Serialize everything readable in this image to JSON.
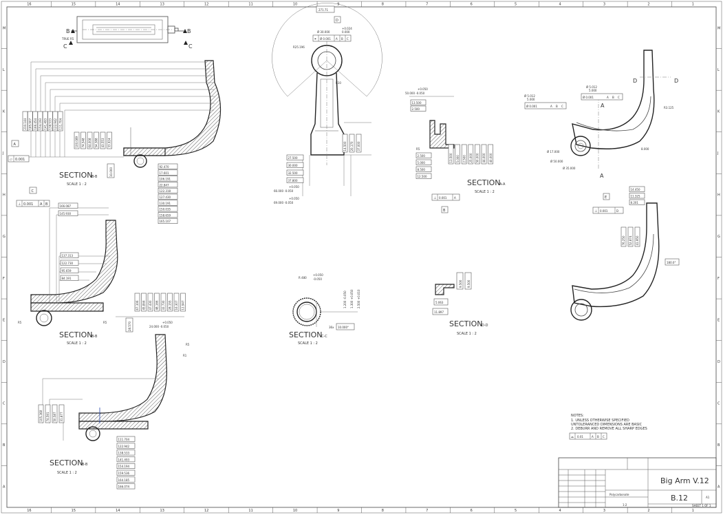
{
  "border": {
    "columns": [
      "16",
      "15",
      "14",
      "13",
      "12",
      "11",
      "10",
      "9",
      "8",
      "7",
      "6",
      "5",
      "4",
      "3",
      "2",
      "1"
    ],
    "rows": [
      "M",
      "L",
      "K",
      "J",
      "H",
      "G",
      "F",
      "E",
      "D",
      "C",
      "B",
      "A"
    ]
  },
  "views": {
    "top_detail": {
      "b_left": "B",
      "b_right": "B",
      "c_left": "C",
      "c_right": "C",
      "note": "TRUE R5"
    },
    "section_bb_1": {
      "title": "SECTION",
      "sub": "B-B",
      "scale": "SCALE 1 : 2",
      "datum_a": "A",
      "flatness": "0.001",
      "vdims": [
        "210.144",
        "185.907",
        "166.454",
        "154.193",
        "141.493",
        "138.533",
        "122.942",
        "111.704"
      ],
      "vdims2": [
        "100.089",
        "74.548",
        "64.008",
        "54.388",
        "43.553",
        "33.924"
      ],
      "small": "10.000",
      "hdims": [
        "92.470",
        "17.601",
        "106.191",
        "22.847",
        "122.318",
        "127.430",
        "130.191",
        "150.035",
        "158.659",
        "165.107"
      ]
    },
    "section_bb_2": {
      "title": "SECTION",
      "sub": "B-B",
      "scale": "SCALE 1 : 2",
      "datum_c": "C",
      "perp_tol": "0.001",
      "perp_a": "A",
      "perp_b": "B",
      "top_dims": [
        "166.087",
        "145.930"
      ],
      "mid_dims": [
        "137.313",
        "122.730",
        "95.659",
        "84.191"
      ],
      "vdims": [
        "67.106",
        "45.844",
        "47.430",
        "48.166",
        "32.730",
        "28.155",
        "16.307",
        "12.947"
      ],
      "r_left": "R5",
      "r_right": "R5",
      "bottom": "28.570",
      "tol_top": "+0.050",
      "tol_bot": "24.000 -0.050"
    },
    "section_bb_3": {
      "title": "SECTION",
      "sub": "B-B",
      "scale": "SCALE 1 : 2",
      "r1": "R5",
      "r2": "R1",
      "vdims": [
        "105.368",
        "74.591",
        "50.587",
        "31.877"
      ],
      "hdims": [
        "111.704",
        "122.942",
        "138.533",
        "141.493",
        "154.194",
        "159.536",
        "164.185",
        "166.074"
      ]
    },
    "main_front": {
      "top_box": "271.71",
      "datum_d": "D",
      "r_left": "R25.196",
      "r_hole": "R10",
      "dia": "Ø 30.000",
      "tol_top": "+0.024",
      "tol_bot": "0.000",
      "fcf_sym": "⌖",
      "fcf_tol": "Ø 0.001",
      "fcf_a": "A",
      "fcf_b": "B",
      "fcf_c": "C",
      "right_dims": [
        "14.500",
        "20.170",
        "37.000"
      ],
      "left_dims": [
        "27.500",
        "30.000",
        "32.500",
        "37.800"
      ],
      "tol1_top": "+0.050",
      "tol1_bot": "66.000 -0.050",
      "tol2_top": "+0.050",
      "tol2_bot": "69.000 -0.050"
    },
    "section_aa": {
      "title": "SECTION",
      "sub": "A-A",
      "scale": "SCALE 1 : 2",
      "top_tol": "+0.050",
      "top_val": "50.000 -0.050",
      "stack": [
        "13.500",
        "2.500"
      ],
      "r": "R5",
      "left_dims": [
        "2.500",
        "5.000",
        "8.500",
        "12.500"
      ],
      "right_dims": [
        "13.500",
        "5.000",
        "2.500",
        "25.000",
        "50.000",
        "44.000",
        "40.000"
      ],
      "perp": "0.001",
      "perp_a": "A",
      "datum_b": "B"
    },
    "iso_top": {
      "d_left": "D",
      "d_right": "D",
      "a_top": "A",
      "a_bot": "A",
      "dia1": "Ø 5.012",
      "dia1_b": "5.000",
      "dia2": "Ø 5.012",
      "dia2_b": "5.000",
      "fcf1": "Ø 0.001",
      "fcf2": "Ø 0.001",
      "fa": "A",
      "fb": "B",
      "fc": "C",
      "r_right": "R3.125",
      "d17": "Ø 17.000",
      "d50": "Ø 50.000",
      "d35": "Ø 35.000",
      "right": "8.000"
    },
    "iso_bottom": {
      "datum_e": "E",
      "perp": "0.001",
      "perp_d": "D",
      "boxes": [
        "14.450",
        "11.325",
        "8.201"
      ],
      "vdims": [
        "76.250",
        "52.874",
        "41.950"
      ],
      "angle": "180.0°"
    },
    "section_cc": {
      "title": "SECTION",
      "sub": "C-C",
      "scale": "SCALE 1 : 2",
      "r": "R 480",
      "tol_top": "+0.050",
      "tol_bot": "-0.050",
      "v1": "1.200 -0.050",
      "v2": "1.300 +0.050",
      "v3": "2.500 +0.010",
      "angle_label": "36x",
      "angle": "10.000°"
    },
    "section_dd": {
      "title": "SECTION",
      "sub": "D-D",
      "scale": "SCALE 1 : 2",
      "top": "9.500",
      "top2": "9.500",
      "mid": "5.063",
      "bot": "11.897"
    },
    "notes": {
      "heading": "NOTES:",
      "items": [
        "1.    UNLESS OTHERWISE SPECIFIED",
        "      UNTOLERANCED DIMENSIONS ARE BASIC",
        "2.    DEBURR AND REMOVE ALL SHARP EDGES"
      ],
      "profile_tol": "0.01",
      "pa": "A",
      "pb": "B",
      "pc": "C"
    },
    "title_block": {
      "title": "Big Arm V.12",
      "material": "Polycarbonate",
      "dwg_no": "B.12",
      "size": "A1",
      "scale": "1:2",
      "sheet": "SHEET 1 OF 1"
    }
  }
}
